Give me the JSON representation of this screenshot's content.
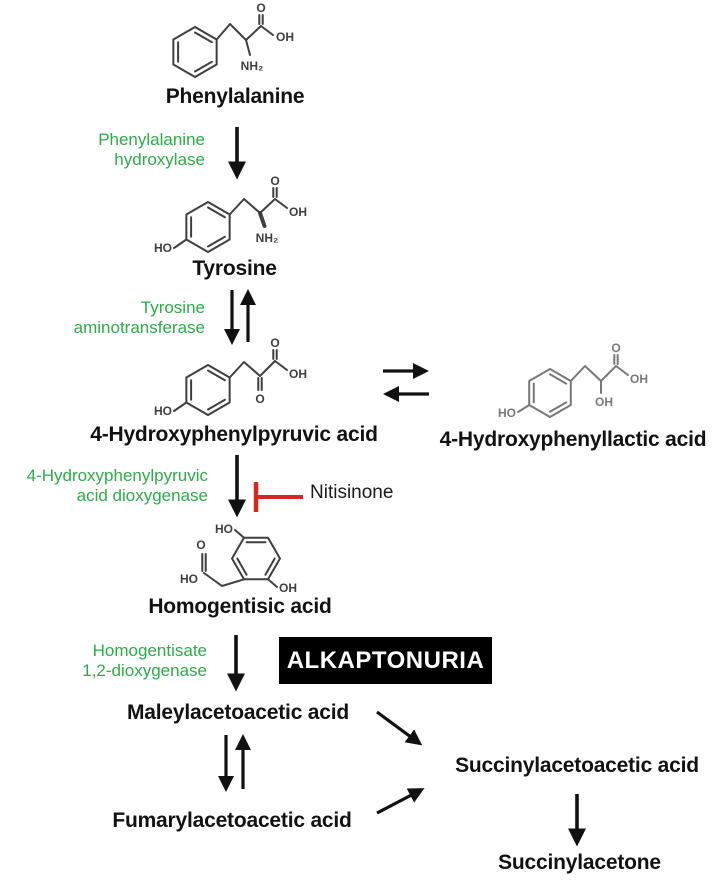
{
  "colors": {
    "enzyme": "#2aad47",
    "inhibitor": "#d9251f",
    "ink": "#111111",
    "structure": "#3f3f3f",
    "structure_light": "#787878",
    "disease_bg": "#000000",
    "disease_text": "#ffffff"
  },
  "compounds": {
    "phenylalanine": "Phenylalanine",
    "tyrosine": "Tyrosine",
    "hydroxyphenylpyruvic": "4-Hydroxyphenylpyruvic acid",
    "hydroxyphenyllactic": "4-Hydroxyphenyllactic acid",
    "homogentisic": "Homogentisic acid",
    "maleylacetoacetic": "Maleylacetoacetic acid",
    "fumarylacetoacetic": "Fumarylacetoacetic acid",
    "succinylacetoacetic": "Succinylacetoacetic acid",
    "succinylacetone": "Succinylacetone"
  },
  "enzymes": {
    "phenylalanine_hydroxylase": {
      "line1": "Phenylalanine",
      "line2": "hydroxylase"
    },
    "tyrosine_aminotransferase": {
      "line1": "Tyrosine",
      "line2": "aminotransferase"
    },
    "hpp_dioxygenase": {
      "line1": "4-Hydroxyphenylpyruvic",
      "line2": "acid dioxygenase"
    },
    "homogentisate_dioxygenase": {
      "line1": "Homogentisate",
      "line2": "1,2-dioxygenase"
    }
  },
  "inhibitor": {
    "name": "Nitisinone"
  },
  "disease": {
    "name": "ALKAPTONURIA"
  },
  "atoms": {
    "O": "O",
    "OH": "OH",
    "HO": "HO",
    "NH2": "NH₂"
  }
}
